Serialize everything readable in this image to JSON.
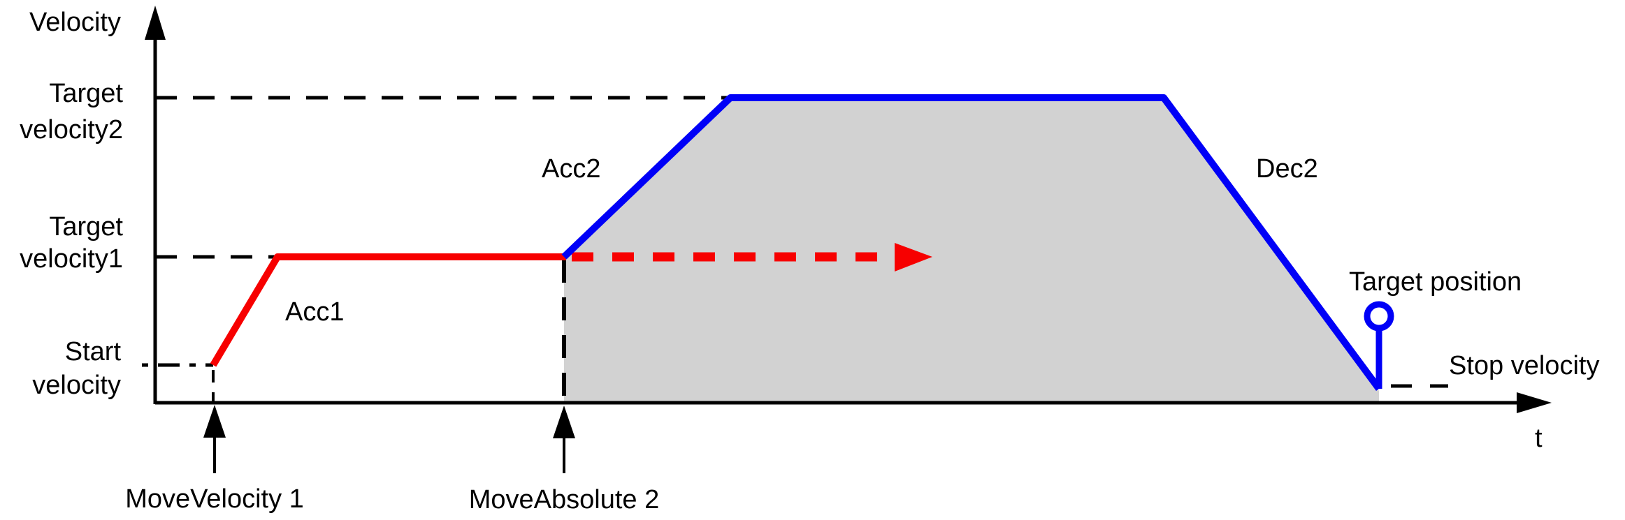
{
  "diagram": {
    "type": "motion-velocity-profile",
    "y_axis_label": "Velocity",
    "x_axis_label": "t",
    "levels": {
      "target_velocity2": {
        "line1": "Target",
        "line2": "velocity2"
      },
      "target_velocity1": {
        "line1": "Target",
        "line2": "velocity1"
      },
      "start_velocity": {
        "line1": "Start",
        "line2": "velocity"
      },
      "stop_velocity_label": "Stop velocity"
    },
    "phases": {
      "acc1": "Acc1",
      "acc2": "Acc2",
      "dec2": "Dec2"
    },
    "markers": {
      "target_position_label": "Target position"
    },
    "events": {
      "move_velocity_label": "MoveVelocity 1",
      "move_absolute_label": "MoveAbsolute 2"
    },
    "colors": {
      "move1_curve": "#f70000",
      "move2_curve": "#0000f7",
      "area_fill": "#d2d2d2",
      "axis": "#000000"
    }
  }
}
